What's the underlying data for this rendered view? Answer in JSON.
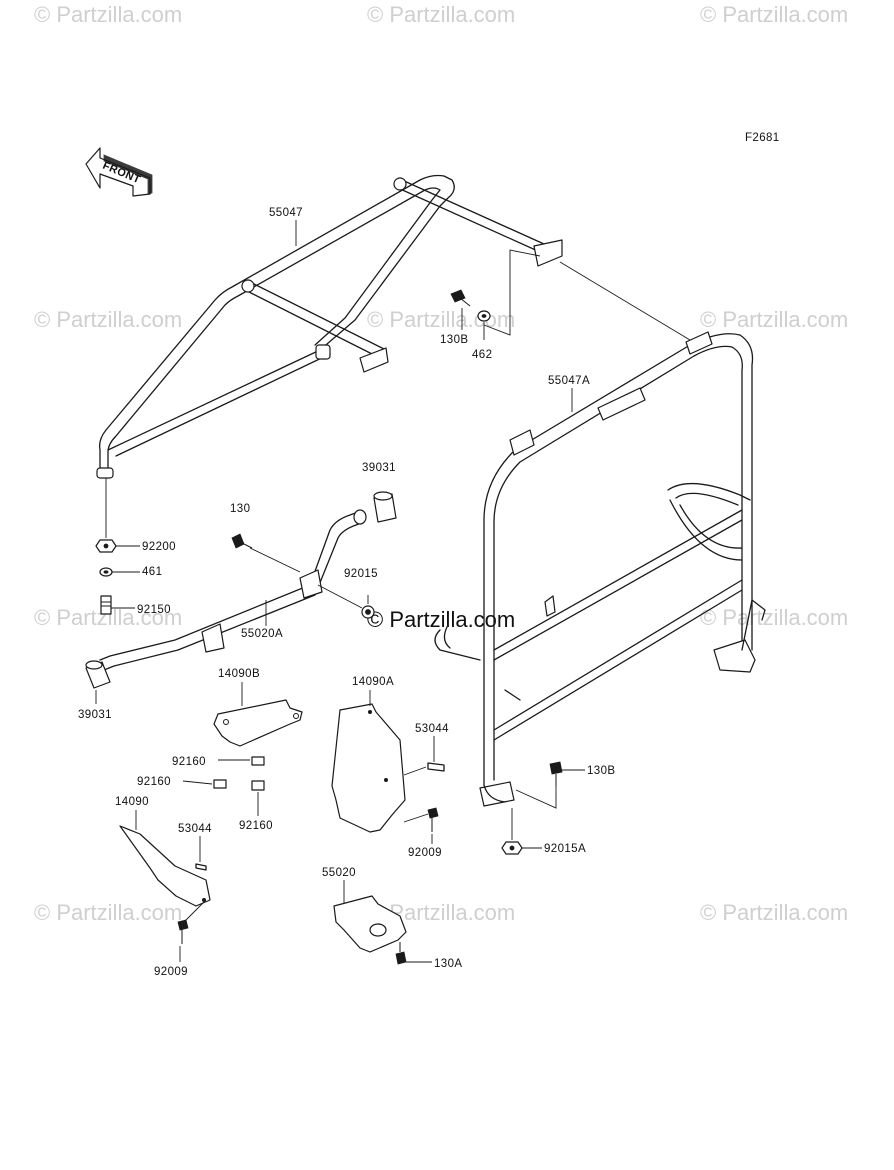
{
  "figure_code": "F2681",
  "front_arrow_label": "FRONT",
  "watermark_text": "© Partzilla.com",
  "parts": {
    "p55047": "55047",
    "p55047a": "55047A",
    "p130b_top": "130B",
    "p462": "462",
    "p39031_top": "39031",
    "p130": "130",
    "p92015": "92015",
    "p92200": "92200",
    "p461": "461",
    "p92150": "92150",
    "p55020a": "55020A",
    "p39031_bottom": "39031",
    "p14090b": "14090B",
    "p14090a": "14090A",
    "p53044_right": "53044",
    "p92160_a": "92160",
    "p92160_b": "92160",
    "p92160_c": "92160",
    "p14090": "14090",
    "p53044_left": "53044",
    "p130b_right": "130B",
    "p92015a": "92015A",
    "p92009_right": "92009",
    "p55020": "55020",
    "p130a": "130A",
    "p92009_left": "92009"
  }
}
